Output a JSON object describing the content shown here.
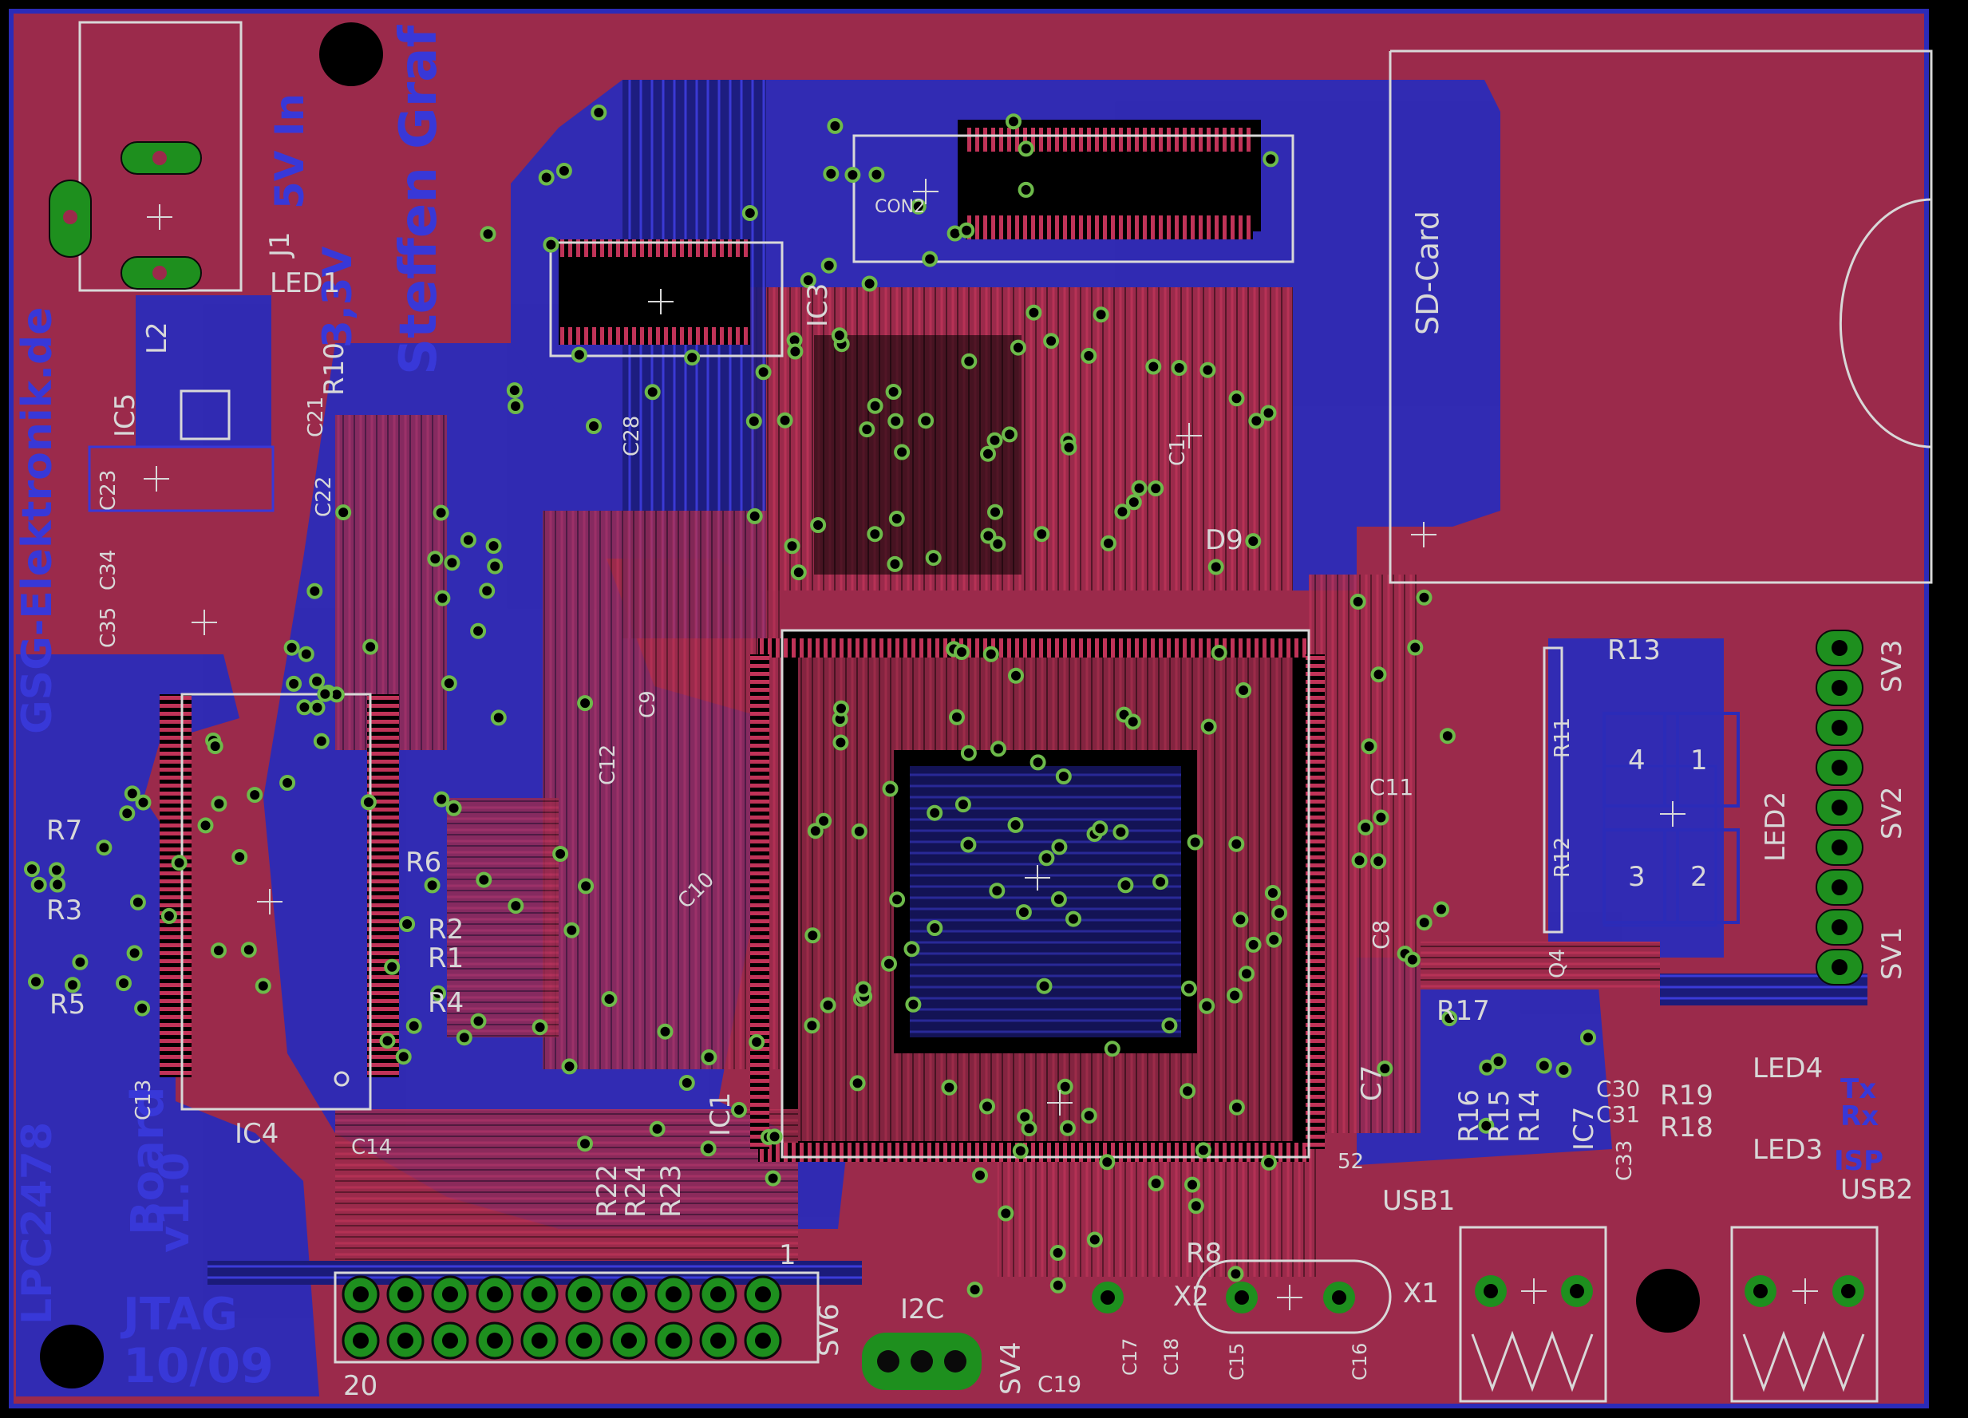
{
  "board": {
    "colors": {
      "background": "#000000",
      "top_copper": "#9B2A4B",
      "bottom_copper": "#2B2BB8",
      "bottom_silk": "#3838D8",
      "silkscreen": "#D8D8D8",
      "via": "#6DBA4A",
      "pad": "#1E8F1E",
      "drill": "#000000"
    },
    "side_texts": {
      "website": "GSG-Elektronik.de",
      "chip": "LPC2478",
      "author": "Steffen Graf",
      "board_name": "Board",
      "version": "v1.0",
      "jtag": "JTAG",
      "date": "10/09",
      "power_in": "5V In",
      "rail": "3,3V",
      "status_tx": "Tx",
      "status_rx": "Rx",
      "status_isp": "ISP"
    },
    "labels": {
      "J1": "J1",
      "LED1": "LED1",
      "L2": "L2",
      "R10": "R10",
      "IC5": "IC5",
      "C21": "C21",
      "C22": "C22",
      "C23": "C23",
      "C34": "C34",
      "C35": "C35",
      "IC3": "IC3",
      "C28": "C28",
      "CON2": "CON2",
      "SD_Card": "SD-Card",
      "R7": "R7",
      "R3": "R3",
      "R5": "R5",
      "R6": "R6",
      "R2": "R2",
      "R1": "R1",
      "R4": "R4",
      "C13": "C13",
      "IC4": "IC4",
      "C14": "C14",
      "C9": "C9",
      "C12": "C12",
      "C10": "C10",
      "IC1": "IC1",
      "R22": "R22",
      "R24": "R24",
      "R23": "R23",
      "C1": "C1",
      "D9": "D9",
      "C11": "C11",
      "C8": "C8",
      "C7": "C7",
      "R13": "R13",
      "LED2": "LED2",
      "SV3": "SV3",
      "SV2": "SV2",
      "SV1": "SV1",
      "Q4": "Q4",
      "R17": "R17",
      "R16": "R16",
      "R15": "R15",
      "R14": "R14",
      "IC7": "IC7",
      "C30": "C30",
      "C31": "C31",
      "C33": "C33",
      "R19": "R19",
      "R18": "R18",
      "LED4": "LED4",
      "LED3": "LED3",
      "USB1": "USB1",
      "USB2": "USB2",
      "X1": "X1",
      "X2": "X2",
      "R8": "R8",
      "C15": "C15",
      "C16": "C16",
      "C17": "C17",
      "C18": "C18",
      "C19": "C19",
      "SV4": "SV4",
      "SV6": "SV6",
      "I2C": "I2C",
      "pin1": "1",
      "pin20": "20",
      "pin52": "52",
      "led_seg_1": "1",
      "led_seg_2": "2",
      "led_seg_3": "3",
      "led_seg_4": "4",
      "R11": "R11",
      "R12": "R12"
    }
  }
}
